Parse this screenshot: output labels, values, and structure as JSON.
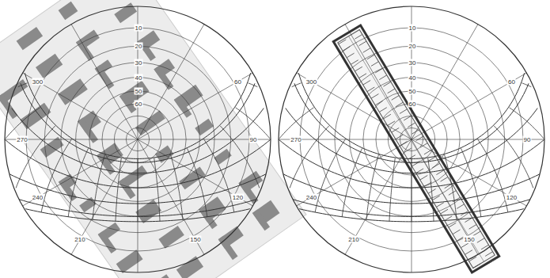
{
  "diagram": {
    "labels": [
      "10",
      "20",
      "30",
      "40",
      "50",
      "60",
      "300",
      "270",
      "240",
      "210",
      "150",
      "120",
      "90",
      "60",
      "10",
      "20",
      "30",
      "40",
      "50",
      "60",
      "300",
      "270",
      "240",
      "210",
      "150",
      "120",
      "90",
      "60"
    ]
  }
}
